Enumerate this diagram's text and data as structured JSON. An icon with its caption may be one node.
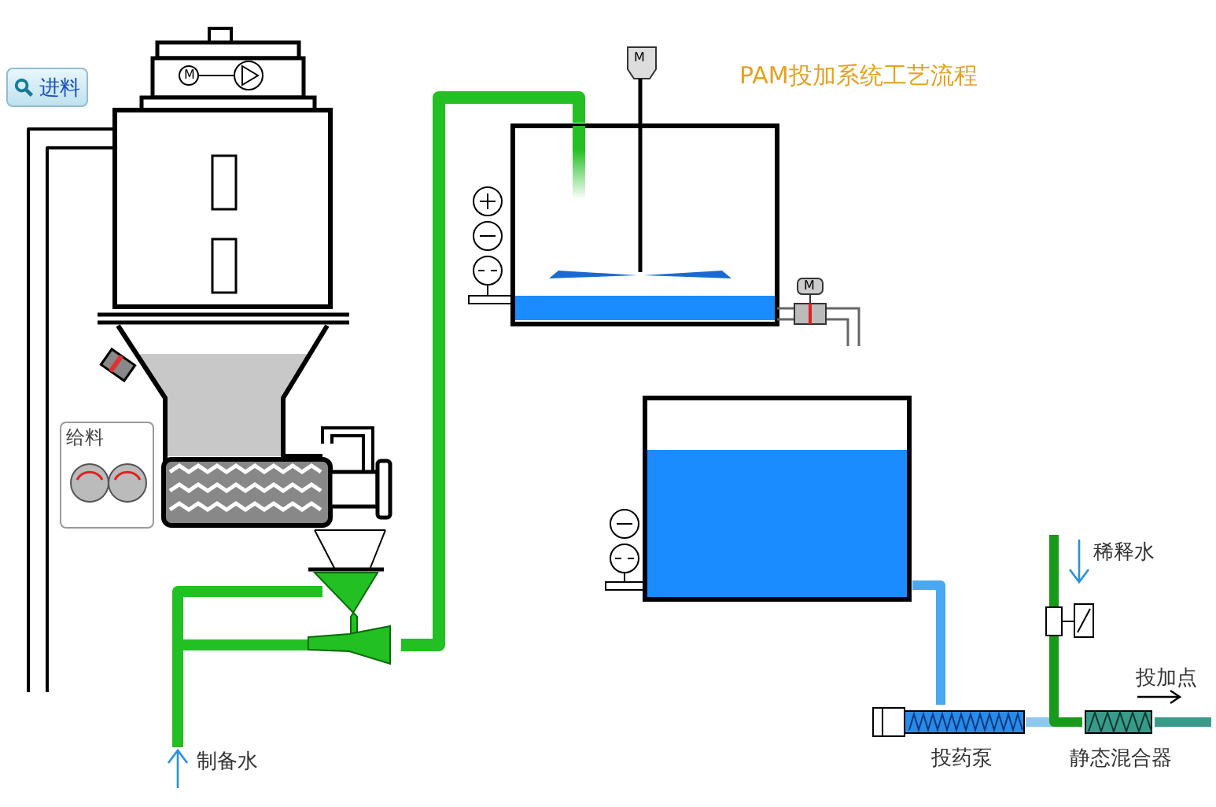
{
  "diagram": {
    "title": "PAM投加系统工艺流程",
    "nodes": [
      {
        "text": [],
        "shape": "picture"
      },
      {
        "text": [
          "给料"
        ]
      },
      {
        "text": [],
        "shape": "picture"
      },
      {
        "text": [],
        "shape": "box"
      },
      {
        "text": [],
        "shape": "box"
      },
      {
        "text": [],
        "shape": "picture",
        "beside": [
          "投药泵"
        ]
      },
      {
        "text": [],
        "shape": "box",
        "beside": [
          "静态混合器"
        ]
      },
      {
        "text": [
          "制备水"
        ]
      }
    ],
    "edges": [
      {
        "from": null,
        "to": 0,
        "arrow": "none",
        "color": "#000000"
      },
      {
        "from": 7,
        "to": 2,
        "arrow": "none"
      },
      {
        "from": 2,
        "to": 3,
        "arrow": "none"
      },
      {
        "from": 4,
        "to": 5,
        "arrow": "none",
        "color": "#4aa8f0"
      },
      {
        "from": 5,
        "to": 6,
        "arrow": "none",
        "color": "#8cc8f0"
      },
      {
        "from": null,
        "to": 6,
        "arrow": "none",
        "color": "#1a9a1a"
      },
      {
        "from": 6,
        "to": null,
        "arrow": "none",
        "color": "#3a9a8a"
      }
    ],
    "labels": [
      "进料",
      "M",
      "M",
      "M",
      "稀释水",
      "投加点"
    ]
  }
}
